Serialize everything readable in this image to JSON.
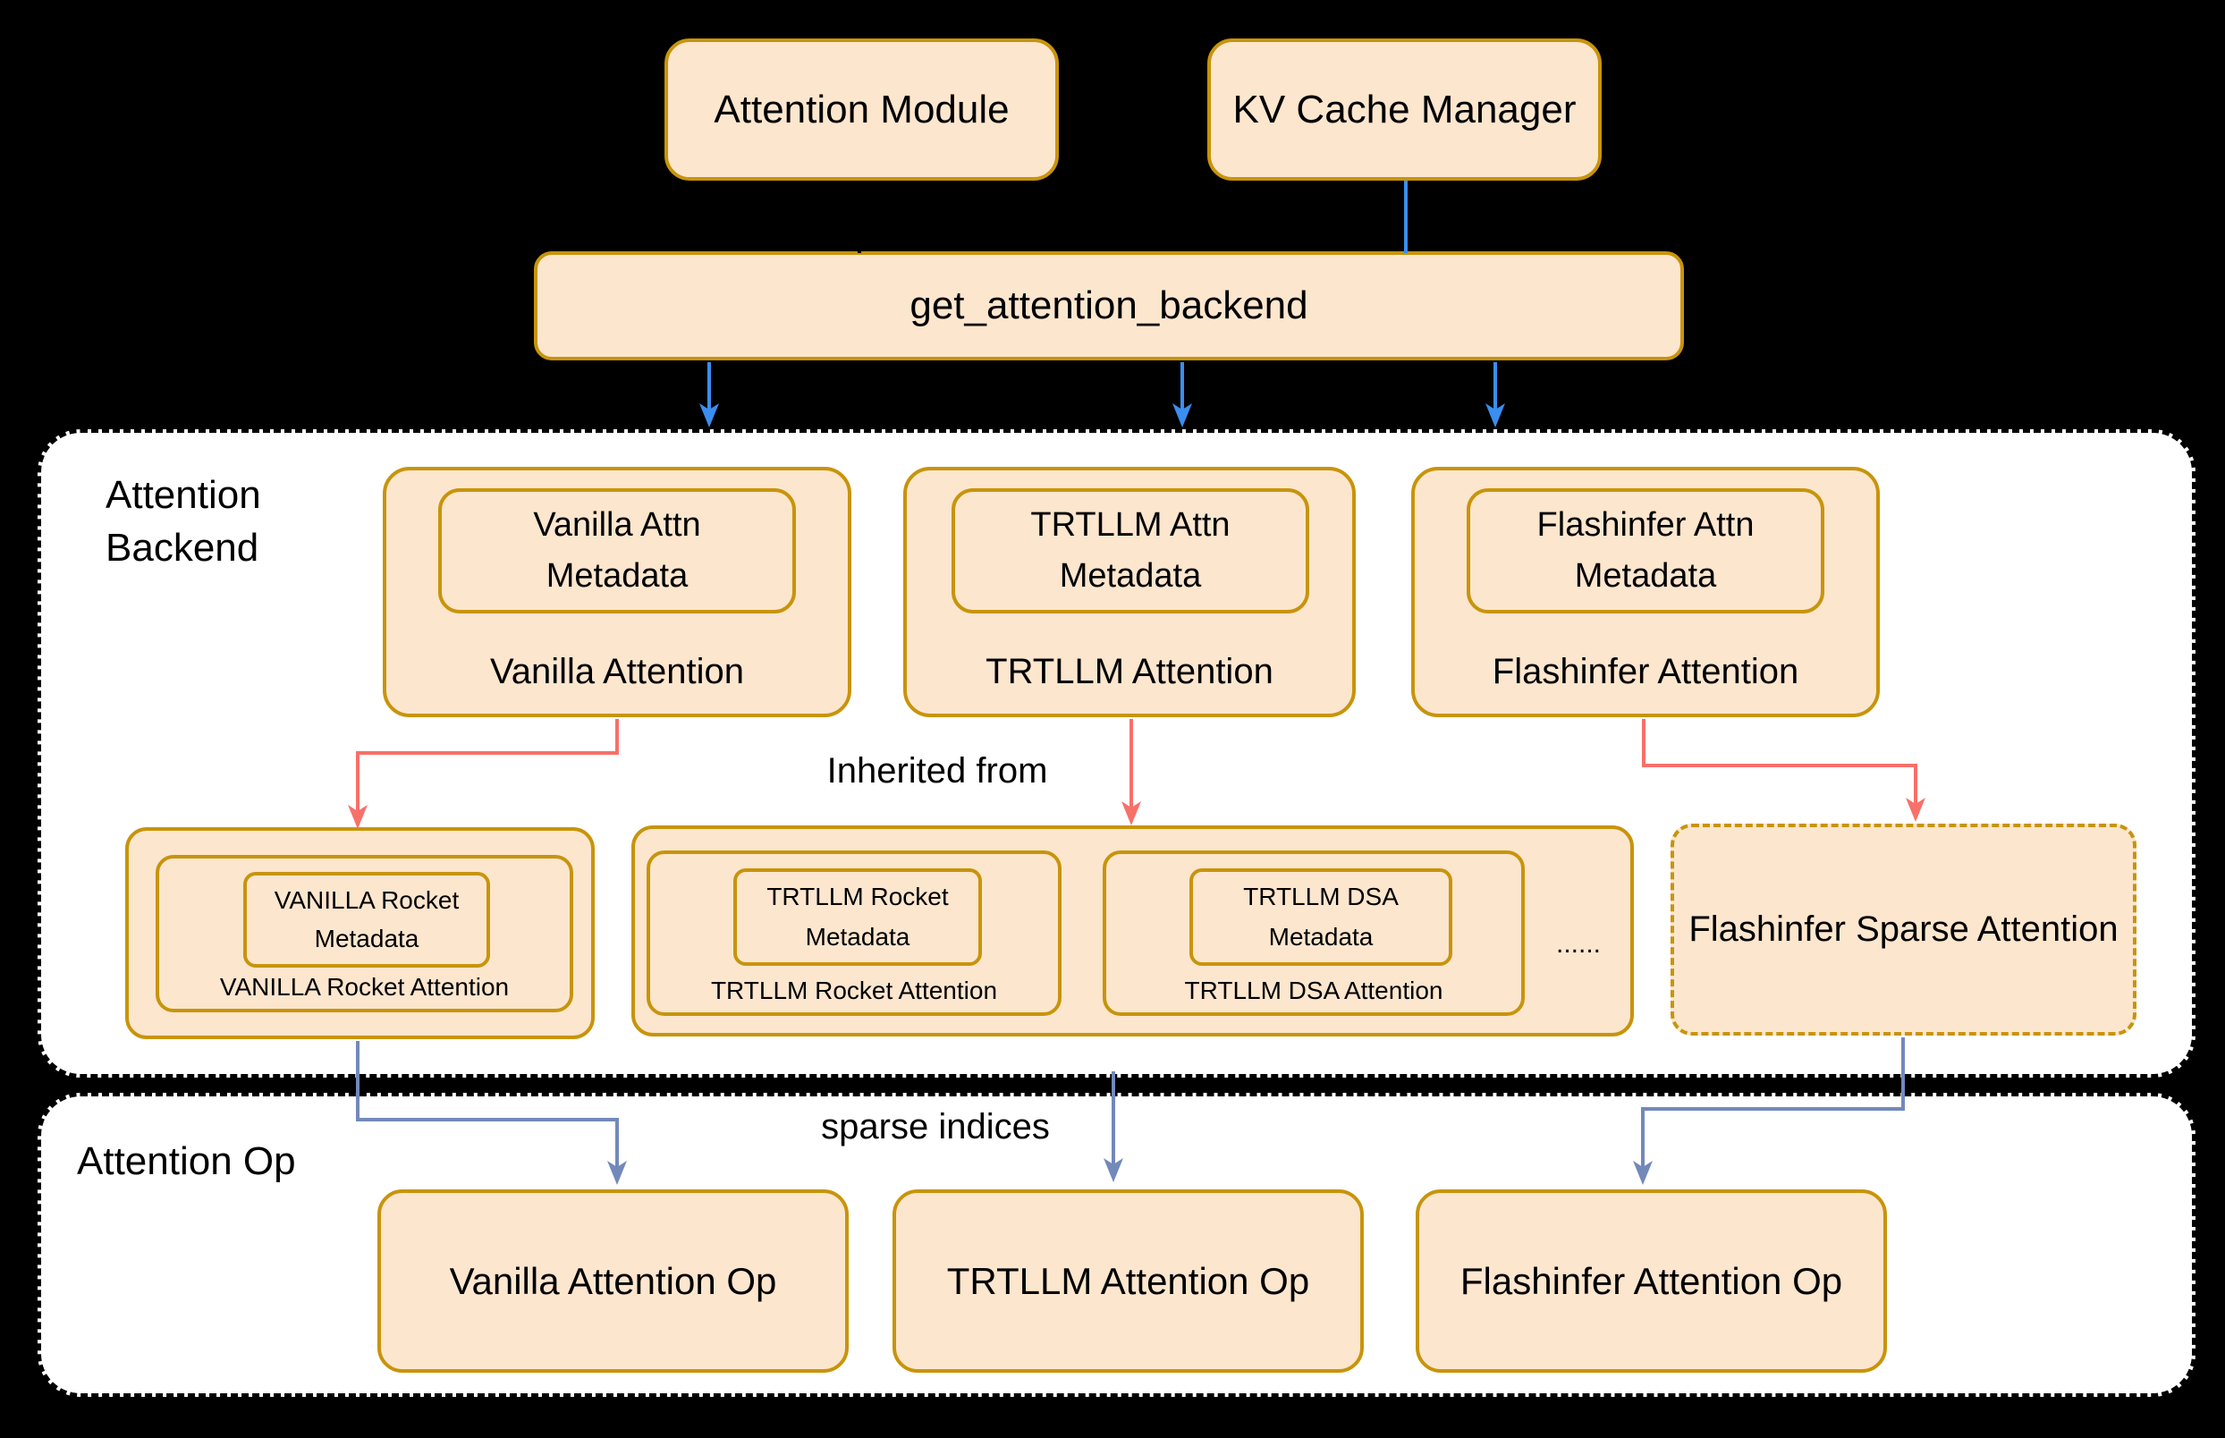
{
  "top_row": {
    "attention_module": "Attention Module",
    "kv_cache_manager": "KV Cache Manager"
  },
  "dispatcher": {
    "label": "get_attention_backend"
  },
  "backend_section": {
    "label_line1": "Attention",
    "label_line2": "Backend",
    "edge_label": "Inherited from",
    "backends": [
      {
        "meta_line1": "Vanilla Attn",
        "meta_line2": "Metadata",
        "label": "Vanilla Attention"
      },
      {
        "meta_line1": "TRTLLM Attn",
        "meta_line2": "Metadata",
        "label": "TRTLLM Attention"
      },
      {
        "meta_line1": "Flashinfer Attn",
        "meta_line2": "Metadata",
        "label": "Flashinfer Attention"
      }
    ],
    "derived": {
      "vanilla_rocket": {
        "meta_line1": "VANILLA Rocket",
        "meta_line2": "Metadata",
        "label": "VANILLA Rocket Attention"
      },
      "trtllm_group": {
        "members": [
          {
            "meta_line1": "TRTLLM Rocket",
            "meta_line2": "Metadata",
            "label": "TRTLLM Rocket Attention"
          },
          {
            "meta_line1": "TRTLLM DSA",
            "meta_line2": "Metadata",
            "label": "TRTLLM DSA Attention"
          }
        ],
        "ellipsis": "......"
      },
      "flashinfer_sparse": {
        "label": "Flashinfer Sparse Attention"
      }
    }
  },
  "op_section": {
    "label": "Attention Op",
    "edge_label": "sparse indices",
    "ops": [
      {
        "label": "Vanilla Attention Op"
      },
      {
        "label": "TRTLLM Attention Op"
      },
      {
        "label": "Flashinfer Attention Op"
      }
    ]
  },
  "colors": {
    "background": "#000000",
    "node_fill": "#FCE6CE",
    "node_stroke": "#C8940B",
    "container_fill": "#FFFFFF",
    "container_stroke": "#000000",
    "arrow_blue": "#3A8EF0",
    "arrow_red": "#F8706A",
    "arrow_slate": "#7289BA",
    "text": "#000000"
  }
}
